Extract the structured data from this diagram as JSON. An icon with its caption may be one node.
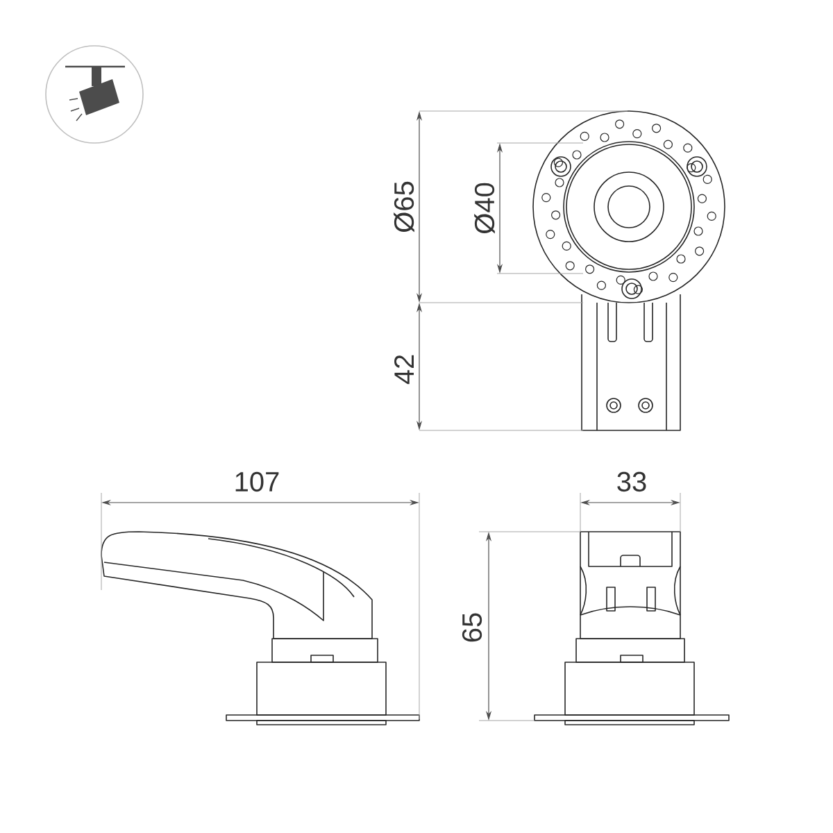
{
  "diagram": {
    "labels": [
      "Ø65",
      "Ø40",
      "42",
      "107",
      "33",
      "65"
    ]
  }
}
